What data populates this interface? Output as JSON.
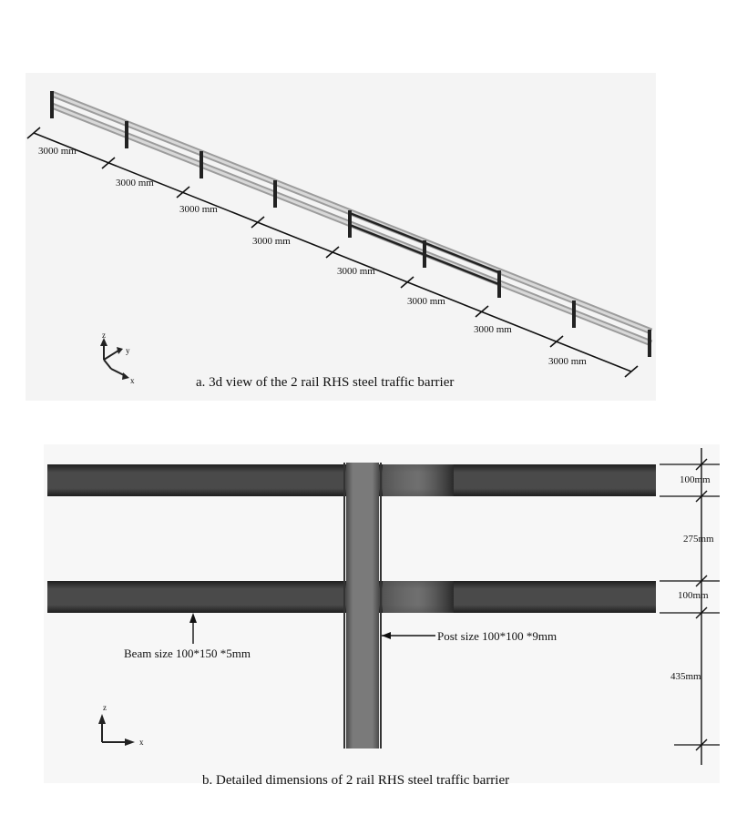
{
  "panel_a": {
    "caption": "a. 3d view of the 2 rail RHS steel traffic barrier",
    "spacing_labels": [
      "3000 mm",
      "3000 mm",
      "3000 mm",
      "3000 mm",
      "3000 mm",
      "3000 mm",
      "3000 mm",
      "3000 mm"
    ],
    "axes": {
      "z": "z",
      "y": "y",
      "x": "x"
    }
  },
  "panel_b": {
    "caption": "b. Detailed dimensions of 2 rail RHS steel traffic barrier",
    "beam_label": "Beam size 100*150 *5mm",
    "post_label": "Post size 100*100 *9mm",
    "dimensions": [
      "100mm",
      "275mm",
      "100mm",
      "435mm"
    ],
    "axes": {
      "z": "z",
      "x": "x"
    }
  },
  "colors": {
    "rail": "#3a3a3a",
    "rail_3d": "#bdbdbd",
    "post": "#6e6e6e",
    "line": "#111111"
  }
}
